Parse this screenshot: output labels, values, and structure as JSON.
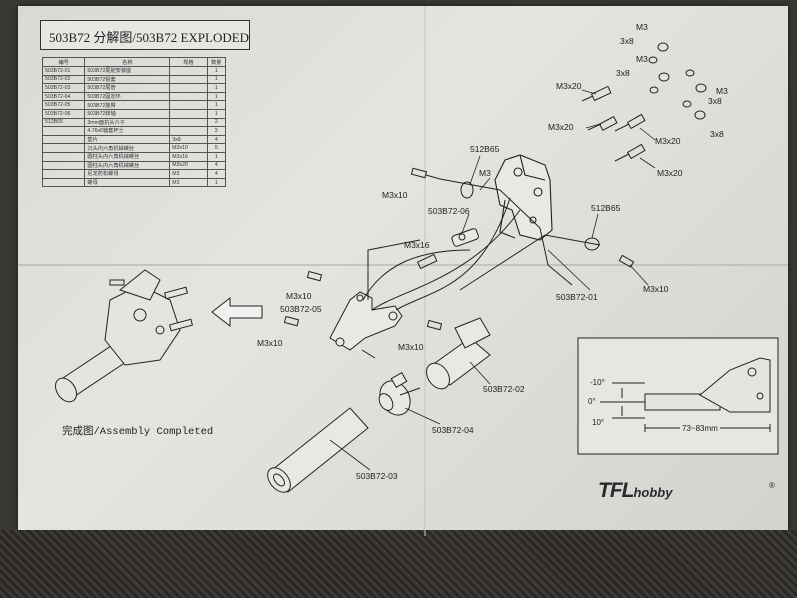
{
  "title": "503B72 分解图/503B72 EXPLODED",
  "parts_table": {
    "headers": [
      "编号",
      "名称",
      "规格",
      "数量"
    ],
    "rows": [
      {
        "code": "503B72-01",
        "name": "503B72尾舵安装座",
        "spec": "",
        "qty": "1"
      },
      {
        "code": "503B72-02",
        "name": "503B72铝套",
        "spec": "",
        "qty": "1"
      },
      {
        "code": "503B72-03",
        "name": "503B72尾管",
        "spec": "",
        "qty": "1"
      },
      {
        "code": "503B72-04",
        "name": "503B72固定环",
        "spec": "",
        "qty": "1"
      },
      {
        "code": "503B72-05",
        "name": "503B72摇臂",
        "spec": "",
        "qty": "1"
      },
      {
        "code": "503B72-06",
        "name": "503B72转轴",
        "spec": "",
        "qty": "1"
      },
      {
        "code": "512B65",
        "name": "3mm面抗头介子",
        "spec": "",
        "qty": "2"
      },
      {
        "code": "",
        "name": "4.76x6轴套杯士",
        "spec": "",
        "qty": "2"
      },
      {
        "code": "",
        "name": "垫片",
        "spec": "3x8",
        "qty": "4"
      },
      {
        "code": "",
        "name": "沉头内六角机械螺丝",
        "spec": "M3x10",
        "qty": "5"
      },
      {
        "code": "",
        "name": "圆柱头内六角机械螺丝",
        "spec": "M3x16",
        "qty": "1"
      },
      {
        "code": "",
        "name": "圆柱头内六角机械螺丝",
        "spec": "M3x20",
        "qty": "4"
      },
      {
        "code": "",
        "name": "尼龙防松螺母",
        "spec": "M3",
        "qty": "4"
      },
      {
        "code": "",
        "name": "螺母",
        "spec": "M3",
        "qty": "1"
      }
    ]
  },
  "labels": {
    "m3x20_a": "M3x20",
    "m3x20_b": "M3x20",
    "m3x20_c": "M3x20",
    "m3x20_d": "M3x20",
    "washer_3x8_a": "3x8",
    "washer_3x8_b": "3x8",
    "washer_3x8_c": "3x8",
    "washer_3x8_d": "3x8",
    "m3_top_a": "M3",
    "m3_top_b": "M3",
    "m3_top_c": "M3",
    "m3_mid": "M3",
    "p512b65_a": "512B65",
    "p512b65_b": "512B65",
    "m3x10_a": "M3x10",
    "m3x10_b": "M3x10",
    "m3x10_c": "M3x10",
    "m3x10_d": "M3x10",
    "m3x10_e": "M3x10",
    "m3x16": "M3x16",
    "p06": "503B72-06",
    "p05": "503B72-05",
    "p01": "503B72-01",
    "p02": "503B72-02",
    "p04": "503B72-04",
    "p03": "503B72-03"
  },
  "assembly_caption": "完成图/Assembly Completed",
  "inset": {
    "angle_top": "-10°",
    "angle_mid": "0°",
    "angle_bot": "10°",
    "dimension": "73~83mm"
  },
  "logo": {
    "brand": "TFL",
    "suffix": "hobby",
    "mark": "®"
  }
}
